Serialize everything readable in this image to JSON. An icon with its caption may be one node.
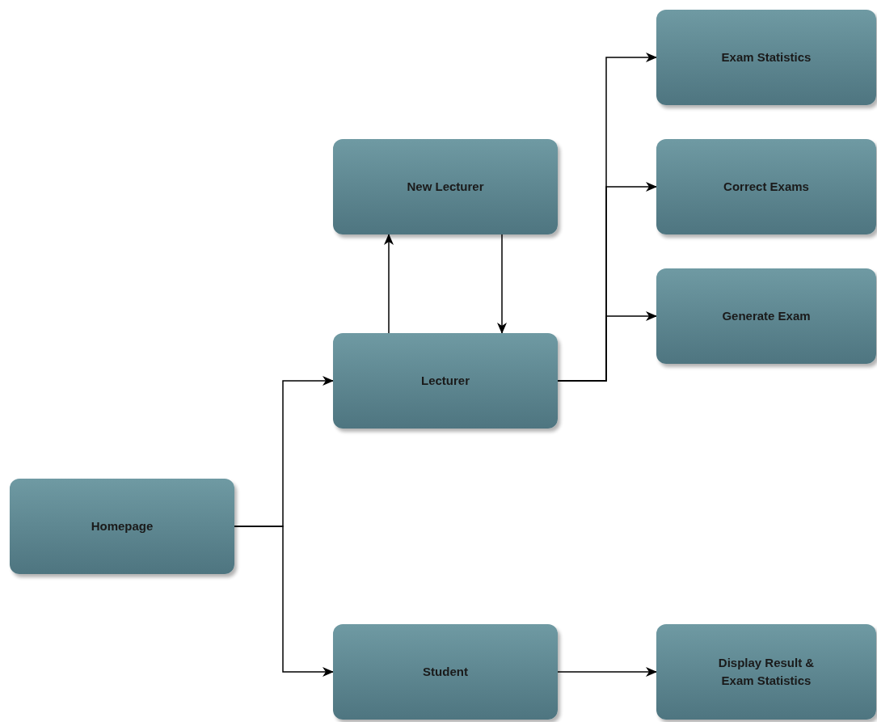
{
  "diagram": {
    "nodes": [
      {
        "text": [
          "Homepage"
        ]
      },
      {
        "text": [
          "New Lecturer"
        ]
      },
      {
        "text": [
          "Lecturer"
        ]
      },
      {
        "text": [
          "Student"
        ]
      },
      {
        "text": [
          "Exam Statistics"
        ]
      },
      {
        "text": [
          "Correct Exams"
        ]
      },
      {
        "text": [
          "Generate Exam"
        ]
      },
      {
        "text": [
          "Display Result & Exam Statistics"
        ]
      }
    ],
    "edges": [
      {
        "from": 0,
        "to": 2,
        "arrow": "to"
      },
      {
        "from": 0,
        "to": 3,
        "arrow": "to"
      },
      {
        "from": 2,
        "to": 1,
        "arrow": "to"
      },
      {
        "from": 1,
        "to": 2,
        "arrow": "to"
      },
      {
        "from": 2,
        "to": 4,
        "arrow": "to"
      },
      {
        "from": 2,
        "to": 5,
        "arrow": "to"
      },
      {
        "from": 2,
        "to": 6,
        "arrow": "to"
      },
      {
        "from": 3,
        "to": 7,
        "arrow": "to"
      }
    ]
  }
}
